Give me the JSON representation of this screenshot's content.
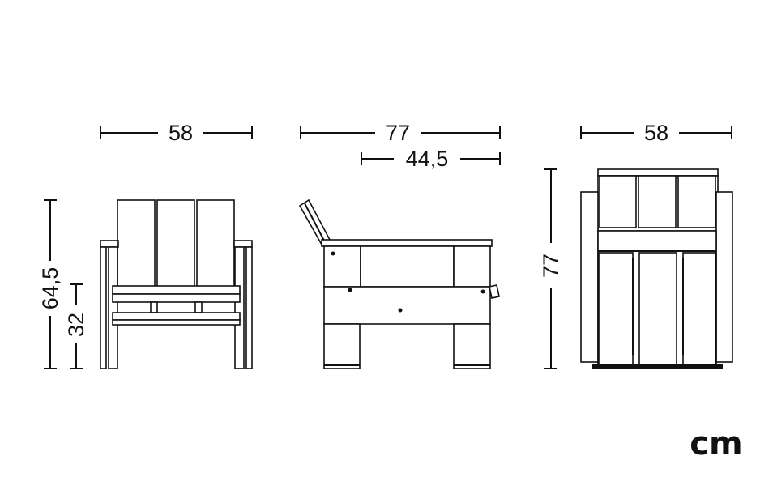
{
  "front_view": {
    "width_label": "58",
    "height_label": "64,5",
    "seat_height_label": "32"
  },
  "side_view": {
    "depth_label": "77",
    "seat_depth_label": "44,5"
  },
  "top_view": {
    "width_label": "58",
    "depth_label": "77"
  },
  "unit_label": "cm"
}
